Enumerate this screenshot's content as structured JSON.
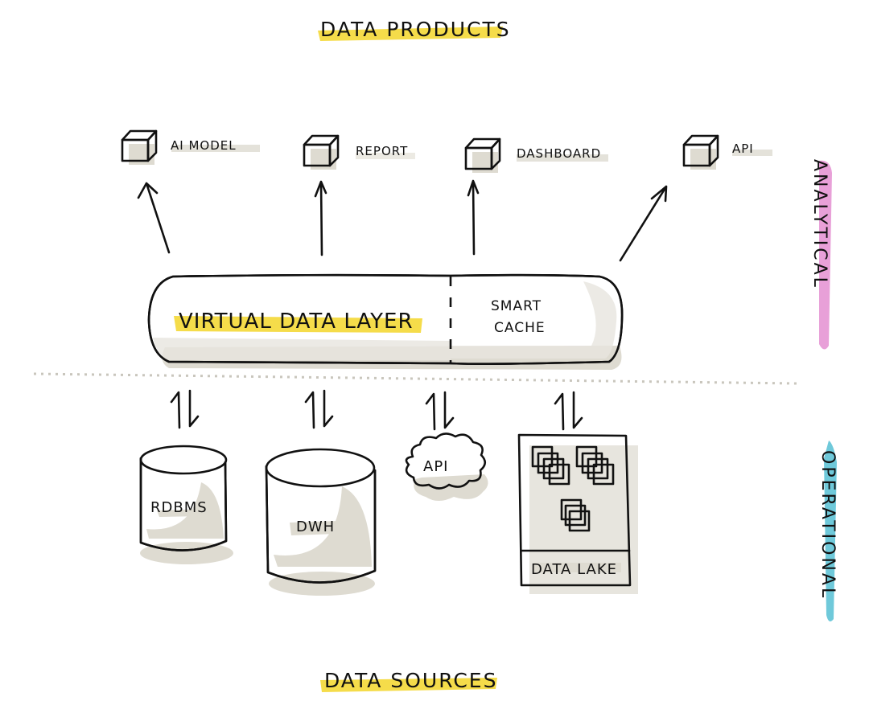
{
  "titles": {
    "top": "DATA PRODUCTS",
    "bottom": "DATA SOURCES"
  },
  "products": [
    {
      "label": "AI MODEL",
      "icon": "cube-icon"
    },
    {
      "label": "REPORT",
      "icon": "cube-icon"
    },
    {
      "label": "DASHBOARD",
      "icon": "cube-icon"
    },
    {
      "label": "API",
      "icon": "cube-icon"
    }
  ],
  "layer": {
    "main_label": "VIRTUAL DATA LAYER",
    "cache_line1": "SMART",
    "cache_line2": "CACHE"
  },
  "sources": [
    {
      "label": "RDBMS",
      "icon": "database-cylinder-icon"
    },
    {
      "label": "DWH",
      "icon": "database-cylinder-icon"
    },
    {
      "label": "API",
      "icon": "cloud-icon"
    },
    {
      "label": "DATA LAKE",
      "icon": "file-stack-icon"
    }
  ],
  "zones": {
    "upper": "ANALYTICAL",
    "lower": "OPERATIONAL"
  },
  "colors": {
    "highlight_yellow": "#f5dc4a",
    "cube_pink": "#e79ade",
    "analytical_pink": "#e8a0d8",
    "operational_blue": "#6fc9da",
    "shadow_gray": "#dedbd1",
    "ink": "#111111"
  }
}
